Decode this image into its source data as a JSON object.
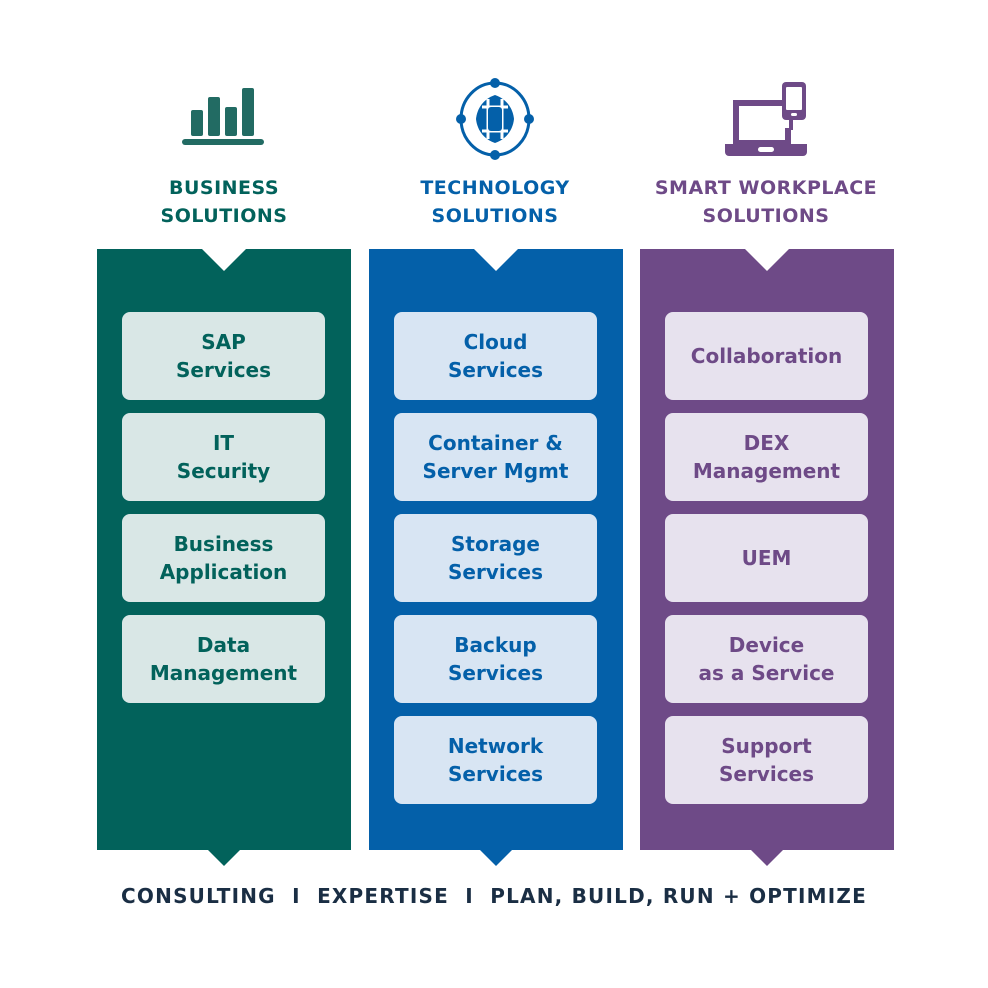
{
  "colors": {
    "business": "#02625b",
    "technology": "#0460a9",
    "workplace": "#6e4a87",
    "business_card": "#d9e7e6",
    "technology_card": "#d8e5f3",
    "workplace_card": "#e7e2ee",
    "footer_text": "#1a2e44"
  },
  "columns": [
    {
      "key": "business",
      "icon": "bar-chart-icon",
      "title": "BUSINESS\nSOLUTIONS",
      "items": [
        "SAP\nServices",
        "IT\nSecurity",
        "Business\nApplication",
        "Data\nManagement"
      ]
    },
    {
      "key": "technology",
      "icon": "globe-network-icon",
      "title": "TECHNOLOGY\nSOLUTIONS",
      "items": [
        "Cloud\nServices",
        "Container &\nServer Mgmt",
        "Storage\nServices",
        "Backup\nServices",
        "Network\nServices"
      ]
    },
    {
      "key": "workplace",
      "icon": "laptop-phone-icon",
      "title": "SMART WORKPLACE\nSOLUTIONS",
      "items": [
        "Collaboration",
        "DEX\nManagement",
        "UEM",
        "Device\nas a Service",
        "Support\nServices"
      ]
    }
  ],
  "footer": "CONSULTING  I  EXPERTISE  I  PLAN, BUILD, RUN + OPTIMIZE"
}
